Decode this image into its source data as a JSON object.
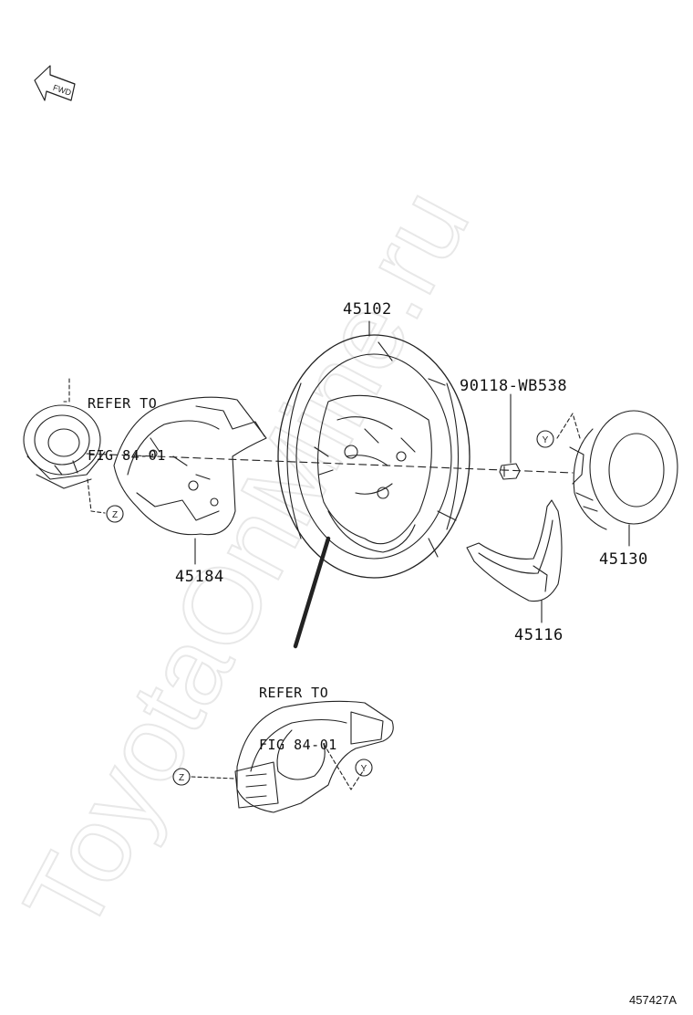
{
  "watermark": "ToyotaOnMine.ru",
  "fwd_icon": {
    "name": "fwd-arrow-icon",
    "text": "FWD"
  },
  "parts": {
    "steering_wheel": "45102",
    "bolt": "90118-WB538",
    "column_cover": "45184",
    "horn_pad": "45130",
    "lower_cover": "45116"
  },
  "refer_top": {
    "line1": "REFER TO",
    "line2": "FIG 84-01"
  },
  "refer_bottom": {
    "line1": "REFER TO",
    "line2": "FIG 84-01"
  },
  "connectors": {
    "z_top": "Z",
    "y_top": "Y",
    "z_bottom": "Z",
    "y_bottom": "Y"
  },
  "figure_id": "457427A"
}
